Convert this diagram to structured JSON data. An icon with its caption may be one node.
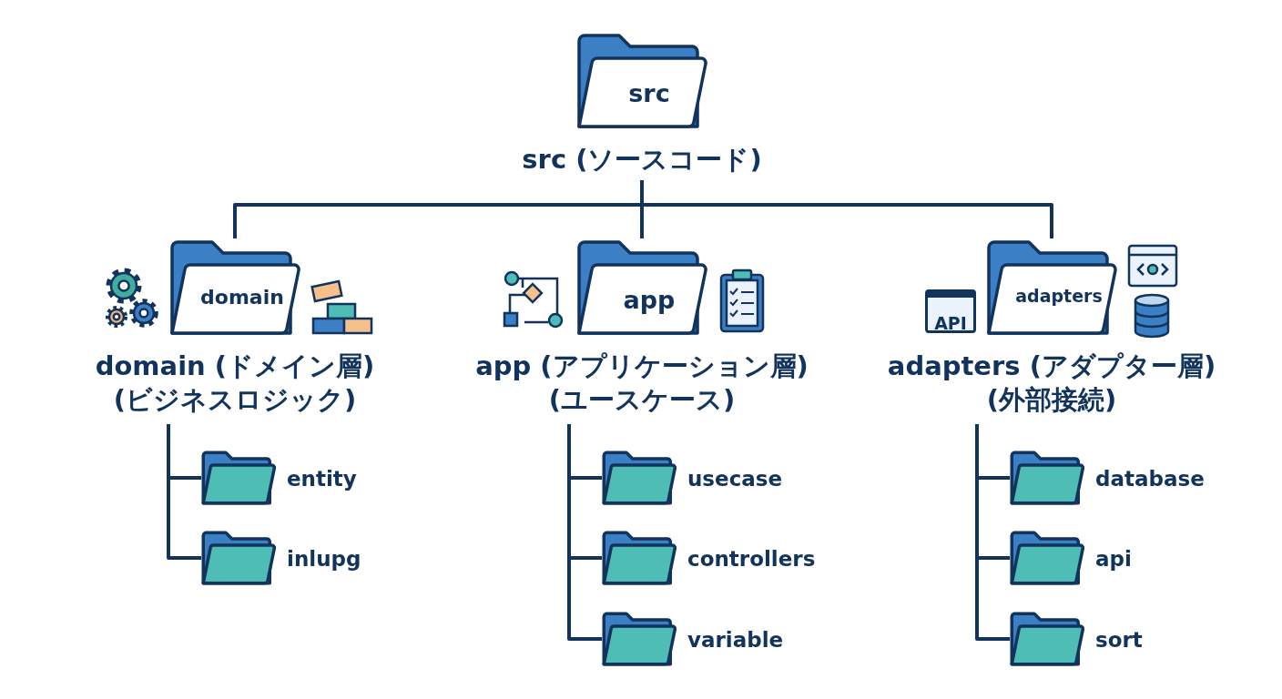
{
  "diagram": {
    "nodes": [
      {
        "text": [
          "src",
          "src (ソースコード)"
        ]
      },
      {
        "text": [
          "domain",
          "domain (ドメイン層) (ビジネスロジック)"
        ]
      },
      {
        "text": [
          "app",
          "app (アプリケーション層) (ユースケース)"
        ]
      },
      {
        "text": [
          "adapters",
          "adapters (アダプター層) (外部接続)"
        ]
      },
      {
        "text": [
          "entity"
        ]
      },
      {
        "text": [
          "inlupg"
        ]
      },
      {
        "text": [
          "usecase"
        ]
      },
      {
        "text": [
          "controllers"
        ]
      },
      {
        "text": [
          "variable"
        ]
      },
      {
        "text": [
          "database"
        ]
      },
      {
        "text": [
          "api"
        ]
      },
      {
        "text": [
          "sort"
        ]
      }
    ],
    "edges": [
      {
        "from": 0,
        "to": 1,
        "arrow": "none"
      },
      {
        "from": 0,
        "to": 2,
        "arrow": "none"
      },
      {
        "from": 0,
        "to": 3,
        "arrow": "none"
      },
      {
        "from": 1,
        "to": 4,
        "arrow": "none"
      },
      {
        "from": 1,
        "to": 5,
        "arrow": "none"
      },
      {
        "from": 2,
        "to": 6,
        "arrow": "none"
      },
      {
        "from": 2,
        "to": 7,
        "arrow": "none"
      },
      {
        "from": 2,
        "to": 8,
        "arrow": "none"
      },
      {
        "from": 3,
        "to": 9,
        "arrow": "none"
      },
      {
        "from": 3,
        "to": 10,
        "arrow": "none"
      },
      {
        "from": 3,
        "to": 11,
        "arrow": "none"
      }
    ],
    "labels": [
      "API"
    ]
  }
}
